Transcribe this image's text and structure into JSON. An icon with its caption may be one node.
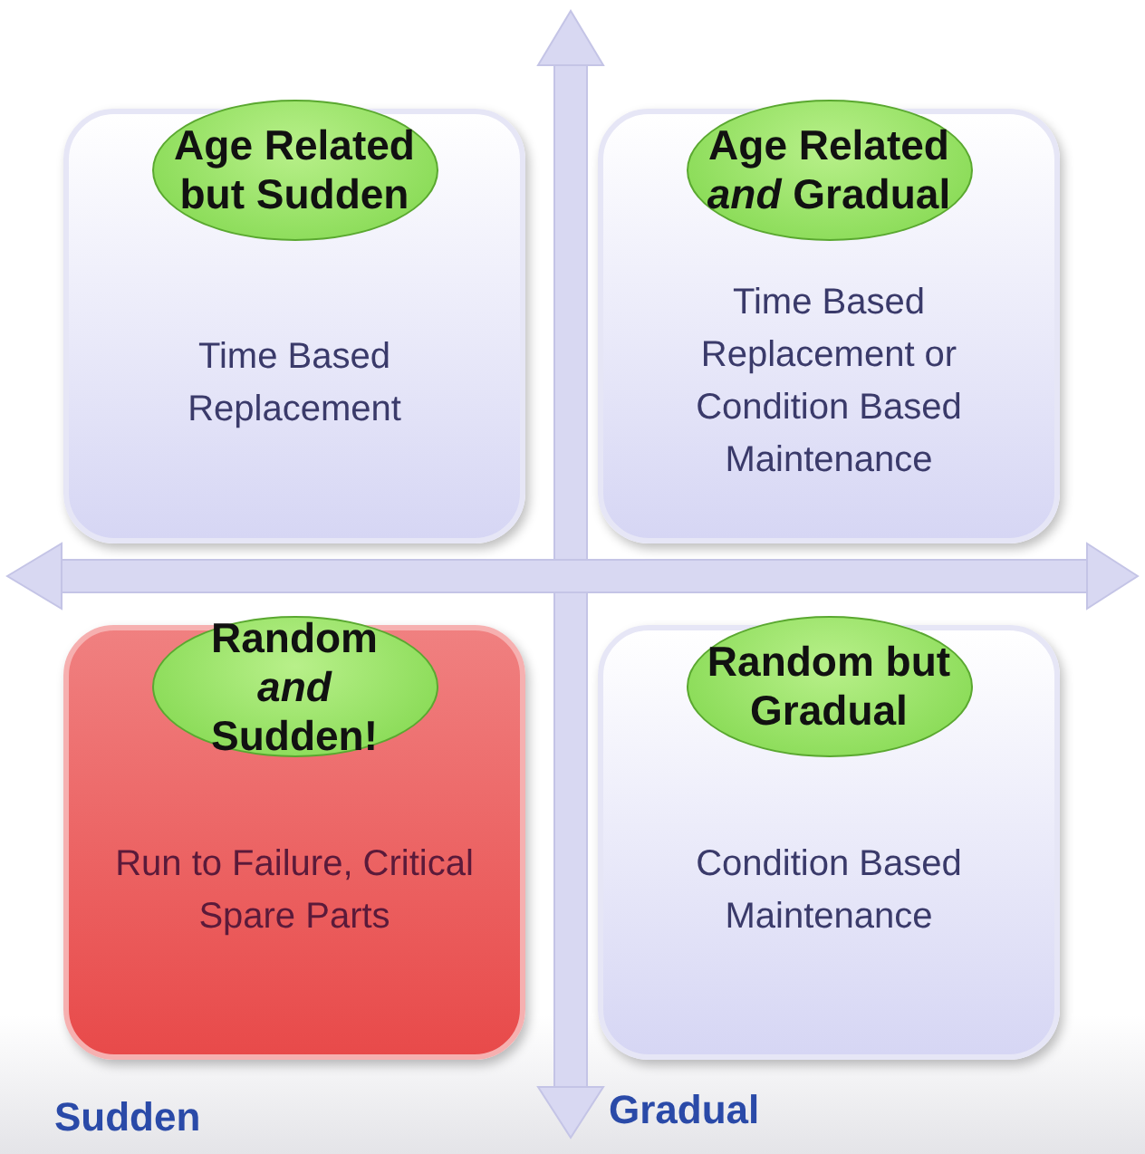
{
  "diagram": {
    "nodes": [
      {
        "text": [
          "Time Based Replacement"
        ]
      },
      {
        "text": [
          "Age Related but Sudden"
        ],
        "in": 0
      },
      {
        "text": [
          "Time Based Replacement or Condition Based Maintenance"
        ]
      },
      {
        "text": [
          "Age Related *and* Gradual"
        ],
        "in": 2
      },
      {
        "text": [
          "Run to Failure, Critical Spare Parts"
        ]
      },
      {
        "text": [
          "Random *and* Sudden!"
        ],
        "in": 4
      },
      {
        "text": [
          "Condition Based Maintenance"
        ]
      },
      {
        "text": [
          "Random but Gradual"
        ],
        "in": 6
      }
    ],
    "labels": [
      "Sudden",
      "Gradual"
    ]
  }
}
